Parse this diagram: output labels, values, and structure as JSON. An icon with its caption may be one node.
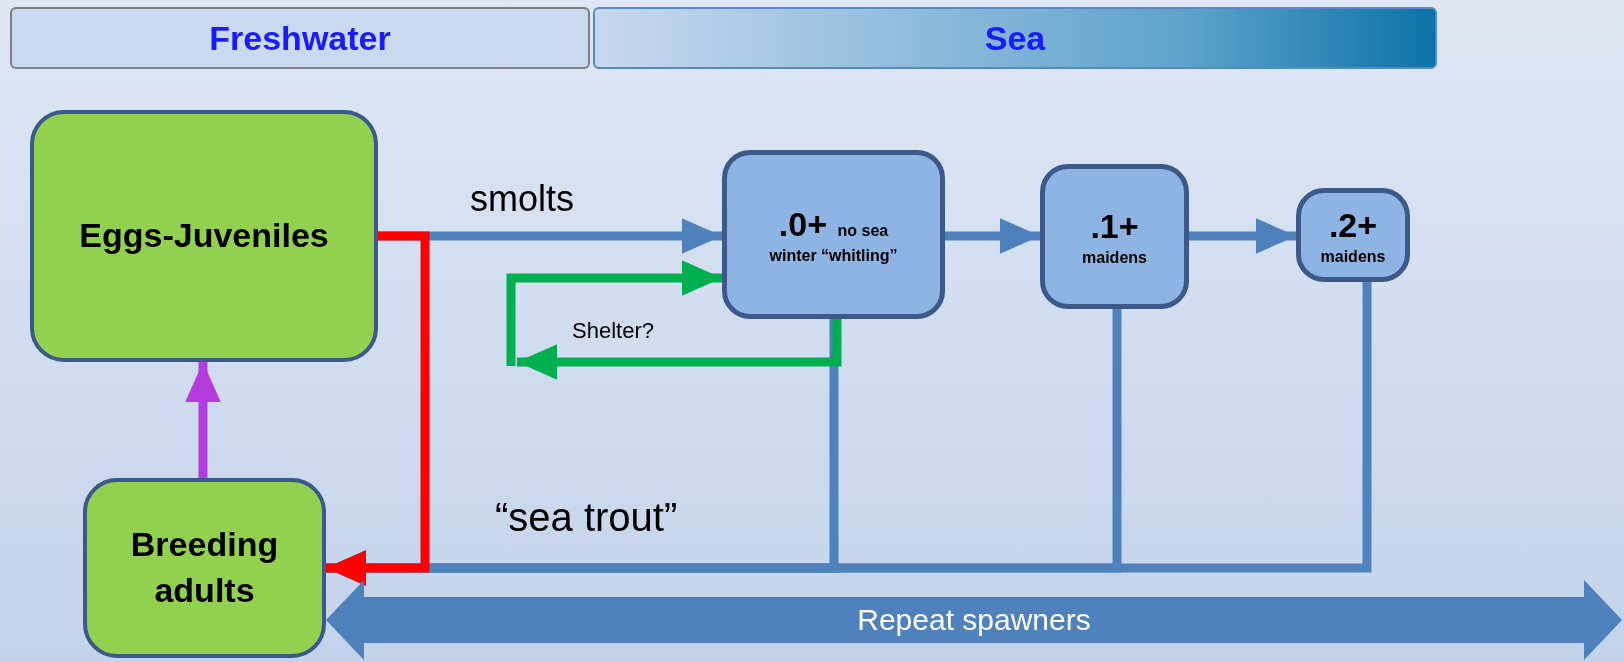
{
  "diagram": {
    "nodes": [
      {
        "text": [
          "Freshwater"
        ]
      },
      {
        "text": [
          "Sea"
        ]
      },
      {
        "text": [
          "Eggs-Juveniles"
        ]
      },
      {
        "text": [
          ".0+",
          "no sea winter “whitling”"
        ]
      },
      {
        "text": [
          ".1+",
          "maidens"
        ]
      },
      {
        "text": [
          ".2+",
          "maidens"
        ]
      },
      {
        "text": [
          "Breeding adults"
        ]
      },
      {
        "text": [
          "Repeat spawners"
        ]
      }
    ],
    "edges": [
      {
        "from": 2,
        "to": 3,
        "arrow": "to",
        "label": "smolts"
      },
      {
        "from": 3,
        "to": 4,
        "arrow": "to"
      },
      {
        "from": 4,
        "to": 5,
        "arrow": "to"
      },
      {
        "from": 3,
        "to": null,
        "arrow": "to",
        "label": "Shelter?",
        "color": "#00b050"
      },
      {
        "from": null,
        "to": 3,
        "arrow": "to",
        "color": "#00b050"
      },
      {
        "from": 2,
        "to": 6,
        "arrow": "to",
        "color": "#ff0000"
      },
      {
        "from": 3,
        "to": 6,
        "arrow": "to"
      },
      {
        "from": 4,
        "to": 6,
        "arrow": "to"
      },
      {
        "from": 5,
        "to": 6,
        "arrow": "to"
      },
      {
        "from": 6,
        "to": 2,
        "arrow": "to",
        "color": "#b43cdc"
      }
    ],
    "labels": [
      "“sea trout”"
    ]
  }
}
